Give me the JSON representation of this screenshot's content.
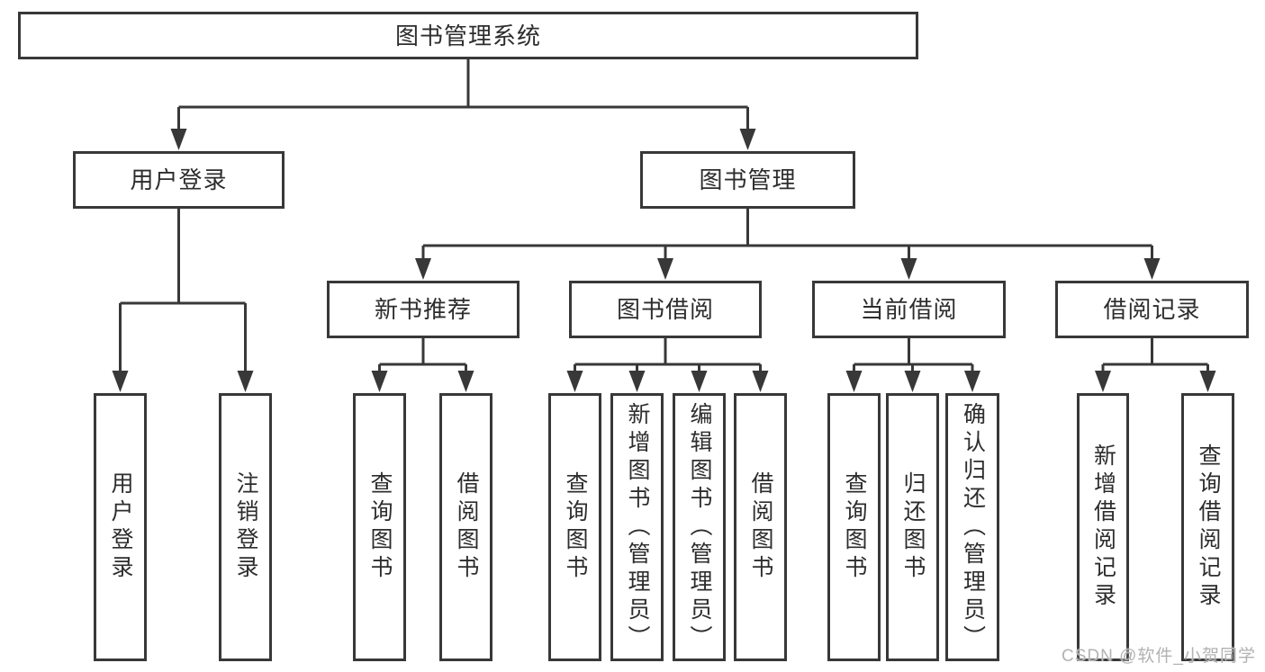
{
  "diagram": {
    "title": "图书管理系统",
    "nodes": {
      "root": "图书管理系统",
      "user_login": "用户登录",
      "book_mgmt": "图书管理",
      "new_book_rec": "新书推荐",
      "book_borrow": "图书借阅",
      "current_borrow": "当前借阅",
      "borrow_record": "借阅记录",
      "ul_login": "用户登录",
      "ul_logout": "注销登录",
      "nbr_query": "查询图书",
      "nbr_borrow": "借阅图书",
      "bb_query": "查询图书",
      "bb_add": "新增图书（管理员）",
      "bb_edit": "编辑图书（管理员）",
      "bb_borrow": "借阅图书",
      "cb_query": "查询图书",
      "cb_return": "归还图书",
      "cb_confirm": "确认归还（管理员）",
      "br_add": "新增借阅记录",
      "br_query": "查询借阅记录"
    },
    "hierarchy": {
      "root": "图书管理系统",
      "children": [
        {
          "label": "用户登录",
          "children": [
            "用户登录",
            "注销登录"
          ]
        },
        {
          "label": "图书管理",
          "children": [
            {
              "label": "新书推荐",
              "children": [
                "查询图书",
                "借阅图书"
              ]
            },
            {
              "label": "图书借阅",
              "children": [
                "查询图书",
                "新增图书（管理员）",
                "编辑图书（管理员）",
                "借阅图书"
              ]
            },
            {
              "label": "当前借阅",
              "children": [
                "查询图书",
                "归还图书",
                "确认归还（管理员）"
              ]
            },
            {
              "label": "借阅记录",
              "children": [
                "新增借阅记录",
                "查询借阅记录"
              ]
            }
          ]
        }
      ]
    },
    "colors": {
      "line": "#383838",
      "node_text": "#2d2d2d",
      "node_bg": "#ffffff",
      "page_bg": "#ffffff",
      "watermark_text": "#b2b2b2"
    },
    "watermark": "CSDN @软件_小贺同学"
  }
}
